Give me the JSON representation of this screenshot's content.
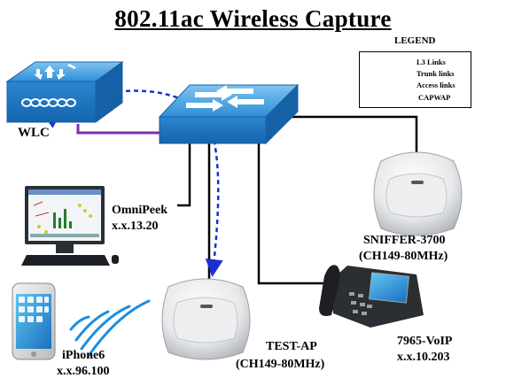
{
  "title": "802.11ac Wireless Capture",
  "legend": {
    "title": "LEGEND",
    "items": [
      {
        "label": "L3 Links",
        "color": "#e0201c",
        "style": "solid"
      },
      {
        "label": "Trunk links",
        "color": "#7b2fa8",
        "style": "solid"
      },
      {
        "label": "Access links",
        "color": "#000000",
        "style": "solid"
      },
      {
        "label": "CAPWAP",
        "color": "#1a2fd0",
        "style": "dashed-arrow"
      }
    ]
  },
  "nodes": {
    "wlc": {
      "label": "WLC",
      "icon": "wlc-icon"
    },
    "switch": {
      "icon": "switch-icon"
    },
    "omnipeek": {
      "line1": "OmniPeek",
      "line2": "x.x.13.20",
      "icon": "desktop-computer-icon"
    },
    "sniffer": {
      "line1": "SNIFFER-3700",
      "line2": "(CH149-80MHz)",
      "icon": "access-point-icon"
    },
    "voip": {
      "line1": "7965-VoIP",
      "line2": "x.x.10.203",
      "icon": "ip-phone-icon"
    },
    "testap": {
      "line1": "TEST-AP",
      "line2": "(CH149-80MHz)",
      "icon": "access-point-icon"
    },
    "iphone": {
      "line1": "iPhone6",
      "line2": "x.x.96.100",
      "icon": "smartphone-icon"
    }
  },
  "links": [
    {
      "from": "wlc",
      "to": "switch",
      "type": "Trunk links"
    },
    {
      "from": "switch",
      "to": "sniffer",
      "type": "Access links"
    },
    {
      "from": "switch",
      "to": "omnipeek",
      "type": "Access links"
    },
    {
      "from": "switch",
      "to": "testap",
      "type": "Access links"
    },
    {
      "from": "switch",
      "to": "voip",
      "type": "Access links"
    },
    {
      "from": "wlc",
      "to": "testap",
      "type": "CAPWAP"
    }
  ]
}
